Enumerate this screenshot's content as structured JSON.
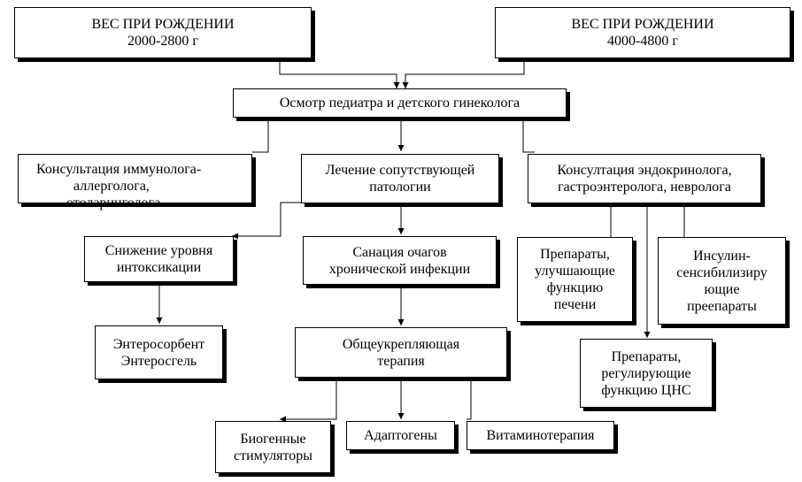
{
  "colors": {
    "line": "#000000",
    "box_fill": "#ffffff",
    "text": "#000000"
  },
  "boxes": {
    "birth_low": {
      "l1": "ВЕС ПРИ РОЖДЕНИИ",
      "l2": "2000-2800 г"
    },
    "birth_high": {
      "l1": "ВЕС ПРИ РОЖДЕНИИ",
      "l2": "4000-4800 г"
    },
    "exam": {
      "l1": "Осмотр педиатра и детского гинеколога"
    },
    "immuno": {
      "l1": "Консультация иммунолога-",
      "l2": "аллерголога,",
      "l3": "отоларинголога"
    },
    "treatment": {
      "l1": "Лечение сопутствующей",
      "l2": "патологии"
    },
    "endo": {
      "l1": "Консултация эндокринолога,",
      "l2": "гастроэнтеролога, невролога"
    },
    "intox": {
      "l1": "Снижение уровня",
      "l2": "интоксикации"
    },
    "sanation": {
      "l1": "Санация очагов",
      "l2": "хронической инфекции"
    },
    "liver": {
      "l1": "Препараты,",
      "l2": "улучшающие",
      "l3": "функцию",
      "l4": "печени"
    },
    "insulin": {
      "l1": "Инсулин-",
      "l2": "сенсибилизиру",
      "l3": "ющие",
      "l4": "преепараты"
    },
    "enterosorb": {
      "l1": "Энтеросорбент",
      "l2": "Энтеросгель"
    },
    "general": {
      "l1": "Общеукрепляющая",
      "l2": "терапия"
    },
    "cns": {
      "l1": "Препараты,",
      "l2": "регулирующие",
      "l3": "функцию ЦНС"
    },
    "biogenic": {
      "l1": "Биогенные",
      "l2": "стимуляторы"
    },
    "adaptogens": {
      "l1": "Адаптогены"
    },
    "vitamins": {
      "l1": "Витаминотерапия"
    }
  }
}
